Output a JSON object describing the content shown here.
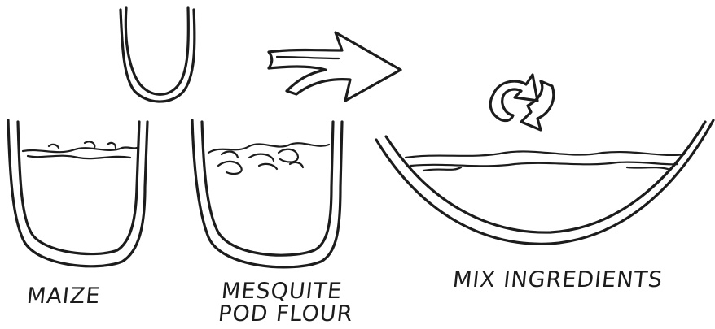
{
  "labels": {
    "maize": "MAIZE",
    "mesquite_line1": "MESQUITE",
    "mesquite_line2": "POD FLOUR",
    "mix": "MIX INGREDIENTS"
  },
  "colors": {
    "ink": "#1c1c1c",
    "paper": "#ffffff"
  }
}
